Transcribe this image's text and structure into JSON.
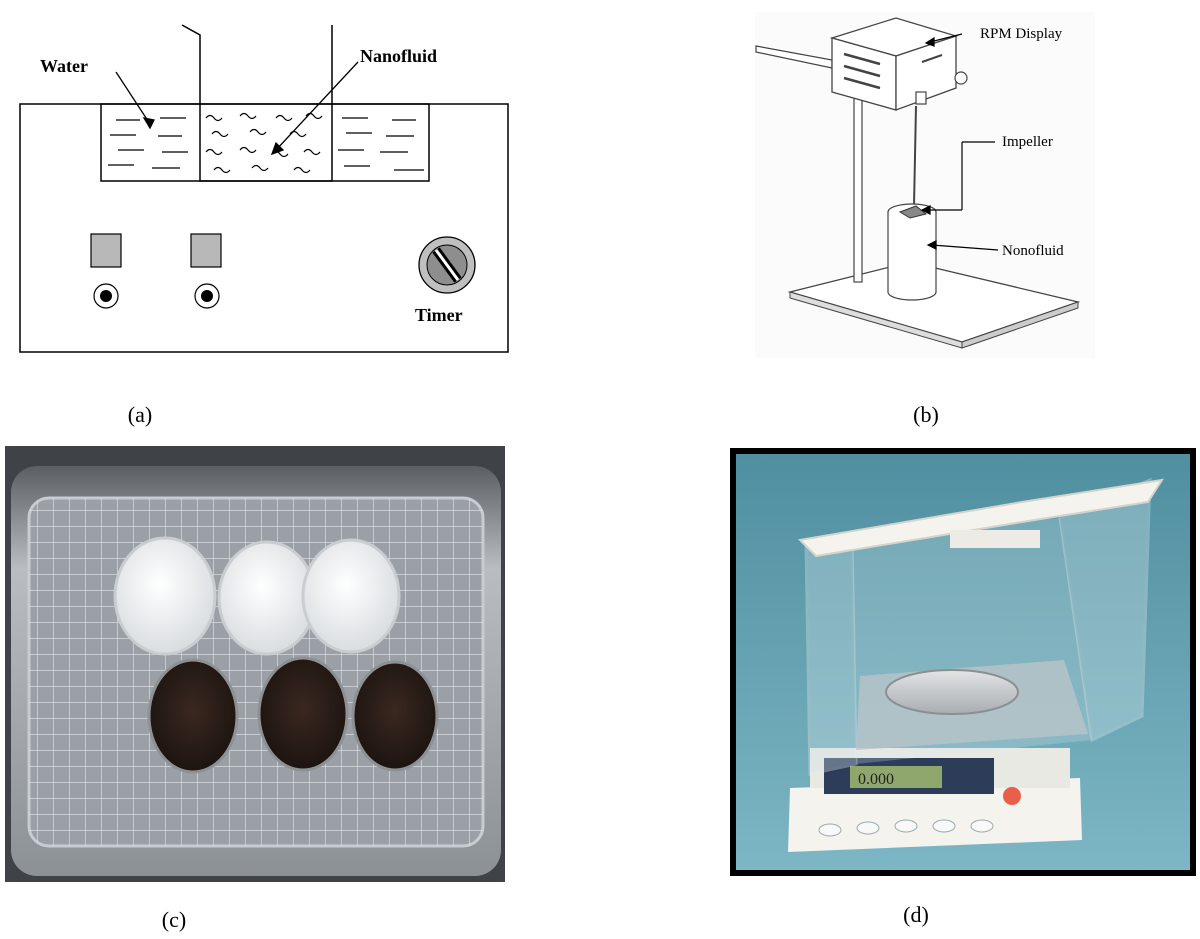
{
  "panel_a": {
    "water_label": "Water",
    "nanofluid_label": "Nanofluid",
    "timer_label": "Timer",
    "caption": "(a)"
  },
  "panel_b": {
    "rpm_label": "RPM Display",
    "impeller_label": "Impeller",
    "nanofluid_label": "Nonofluid",
    "caption": "(b)"
  },
  "panel_c": {
    "caption": "(c)"
  },
  "panel_d": {
    "display_value": "0.000",
    "caption": "(d)"
  },
  "colors": {
    "milky": "#f2f4f6",
    "dark_fluid": "#2b1d16",
    "steel": "#a7acb0",
    "lcd": "#8fa66d"
  }
}
